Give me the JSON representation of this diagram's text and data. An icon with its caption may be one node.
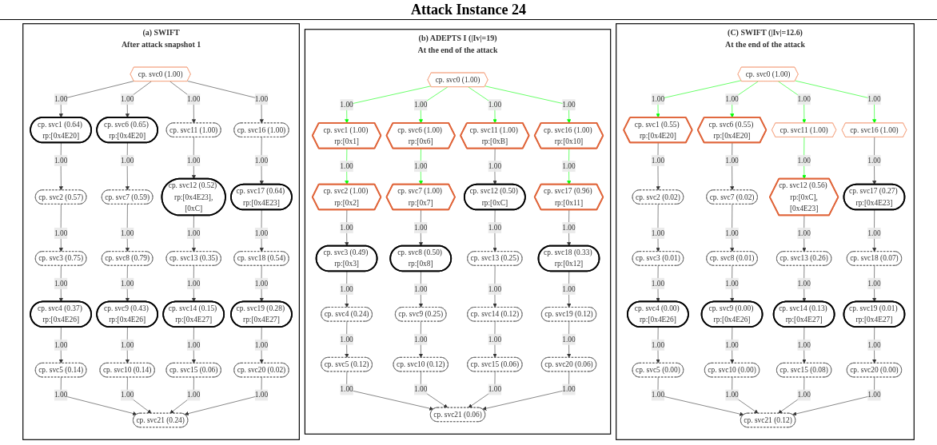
{
  "diagram": {
    "title": "Attack Instance 24",
    "nodes": [
      {
        "text": [
          "(a) SWIFT",
          "After attack snapshot 1"
        ]
      },
      {
        "text": [
          "cp. svc0 (1.00)"
        ],
        "in": 0
      },
      {
        "text": [
          "cp. svc1 (0.64) rp:[0x4E20]"
        ],
        "in": 0
      },
      {
        "text": [
          "cp. svc2 (0.57)"
        ],
        "in": 0
      },
      {
        "text": [
          "cp. svc3 (0.75)"
        ],
        "in": 0
      },
      {
        "text": [
          "cp. svc4 (0.37) rp:[0x4E26]"
        ],
        "in": 0
      },
      {
        "text": [
          "cp. svc5 (0.14)"
        ],
        "in": 0
      },
      {
        "text": [
          "cp. svc6 (0.65) rp:[0x4E20]"
        ],
        "in": 0
      },
      {
        "text": [
          "cp. svc7 (0.59)"
        ],
        "in": 0
      },
      {
        "text": [
          "cp. svc8 (0.79)"
        ],
        "in": 0
      },
      {
        "text": [
          "cp. svc9 (0.43) rp:[0x4E26]"
        ],
        "in": 0
      },
      {
        "text": [
          "cp. svc10 (0.14)"
        ],
        "in": 0
      },
      {
        "text": [
          "cp. svc11 (1.00)"
        ],
        "in": 0
      },
      {
        "text": [
          "cp. svc12 (0.52) rp:[0x4E23],[0xC]"
        ],
        "in": 0
      },
      {
        "text": [
          "cp. svc13 (0.35)"
        ],
        "in": 0
      },
      {
        "text": [
          "cp. svc14 (0.15) rp:[0x4E27]"
        ],
        "in": 0
      },
      {
        "text": [
          "cp. svc15 (0.06)"
        ],
        "in": 0
      },
      {
        "text": [
          "cp. svc16 (1.00)"
        ],
        "in": 0
      },
      {
        "text": [
          "cp. svc17 (0.64) rp:[0x4E23]"
        ],
        "in": 0
      },
      {
        "text": [
          "cp. svc18 (0.54)"
        ],
        "in": 0
      },
      {
        "text": [
          "cp. svc19 (0.28) rp:[0x4E27]"
        ],
        "in": 0
      },
      {
        "text": [
          "cp. svc20 (0.02)"
        ],
        "in": 0
      },
      {
        "text": [
          "cp. svc21 (0.24)"
        ],
        "in": 0
      },
      {
        "text": [
          "(b) ADEPTS I (|Iv|=19)",
          "At the end of the attack"
        ]
      },
      {
        "text": [
          "cp. svc0 (1.00)"
        ],
        "in": 23
      },
      {
        "text": [
          "cp. svc1 (1.00) rp:[0x1]"
        ],
        "in": 23
      },
      {
        "text": [
          "cp. svc2 (1.00) rp:[0x2]"
        ],
        "in": 23
      },
      {
        "text": [
          "cp. svc3 (0.49) rp:[0x3]"
        ],
        "in": 23
      },
      {
        "text": [
          "cp. svc4 (0.24)"
        ],
        "in": 23
      },
      {
        "text": [
          "cp. svc5 (0.12)"
        ],
        "in": 23
      },
      {
        "text": [
          "cp. svc6 (1.00) rp:[0x6]"
        ],
        "in": 23
      },
      {
        "text": [
          "cp. svc7 (1.00) rp:[0x7]"
        ],
        "in": 23
      },
      {
        "text": [
          "cp. svc8 (0.50) rp:[0x8]"
        ],
        "in": 23
      },
      {
        "text": [
          "cp. svc9 (0.25)"
        ],
        "in": 23
      },
      {
        "text": [
          "cp. svc10 (0.12)"
        ],
        "in": 23
      },
      {
        "text": [
          "cp. svc11 (1.00) rp:[0xB]"
        ],
        "in": 23
      },
      {
        "text": [
          "cp. svc12 (0.50) rp:[0xC]"
        ],
        "in": 23
      },
      {
        "text": [
          "cp. svc13 (0.25)"
        ],
        "in": 23
      },
      {
        "text": [
          "cp. svc14 (0.12)"
        ],
        "in": 23
      },
      {
        "text": [
          "cp. svc15 (0.06)"
        ],
        "in": 23
      },
      {
        "text": [
          "cp. svc16 (1.00) rp:[0x10]"
        ],
        "in": 23
      },
      {
        "text": [
          "cp. svc17 (0.96) rp:[0x11]"
        ],
        "in": 23
      },
      {
        "text": [
          "cp. svc18 (0.33) rp:[0x12]"
        ],
        "in": 23
      },
      {
        "text": [
          "cp. svc19 (0.12)"
        ],
        "in": 23
      },
      {
        "text": [
          "cp. svc20 (0.06)"
        ],
        "in": 23
      },
      {
        "text": [
          "cp. svc21 (0.06)"
        ],
        "in": 23
      },
      {
        "text": [
          "(C) SWIFT (|Iv|=12.6)",
          "At the end of the attack"
        ]
      },
      {
        "text": [
          "cp. svc0 (1.00)"
        ],
        "in": 46
      },
      {
        "text": [
          "cp. svc1 (0.55) rp:[0x4E20]"
        ],
        "in": 46
      },
      {
        "text": [
          "cp. svc2 (0.02)"
        ],
        "in": 46
      },
      {
        "text": [
          "cp. svc3 (0.01)"
        ],
        "in": 46
      },
      {
        "text": [
          "cp. svc4 (0.00) rp:[0x4E26]"
        ],
        "in": 46
      },
      {
        "text": [
          "cp. svc5 (0.00)"
        ],
        "in": 46
      },
      {
        "text": [
          "cp. svc6 (0.55) rp:[0x4E20]"
        ],
        "in": 46
      },
      {
        "text": [
          "cp. svc7 (0.02)"
        ],
        "in": 46
      },
      {
        "text": [
          "cp. svc8 (0.01)"
        ],
        "in": 46
      },
      {
        "text": [
          "cp. svc9 (0.00) rp:[0x4E26]"
        ],
        "in": 46
      },
      {
        "text": [
          "cp. svc10 (0.00)"
        ],
        "in": 46
      },
      {
        "text": [
          "cp. svc11 (1.00)"
        ],
        "in": 46
      },
      {
        "text": [
          "cp. svc12 (0.56) rp:[0xC],[0x4E23]"
        ],
        "in": 46
      },
      {
        "text": [
          "cp. svc13 (0.26)"
        ],
        "in": 46
      },
      {
        "text": [
          "cp. svc14 (0.13) rp:[0x4E27]"
        ],
        "in": 46
      },
      {
        "text": [
          "cp. svc15 (0.08)"
        ],
        "in": 46
      },
      {
        "text": [
          "cp. svc16 (1.00)"
        ],
        "in": 46
      },
      {
        "text": [
          "cp. svc17 (0.27) rp:[0x4E23]"
        ],
        "in": 46
      },
      {
        "text": [
          "cp. svc18 (0.07)"
        ],
        "in": 46
      },
      {
        "text": [
          "cp. svc19 (0.01) rp:[0x4E27]"
        ],
        "in": 46
      },
      {
        "text": [
          "cp. svc20 (0.00)"
        ],
        "in": 46
      },
      {
        "text": [
          "cp. svc21 (0.12)"
        ],
        "in": 46
      }
    ],
    "edges": [
      {
        "from": 1,
        "to": 2,
        "arrow": "to",
        "label": "1.00"
      },
      {
        "from": 1,
        "to": 7,
        "arrow": "to",
        "label": "1.00"
      },
      {
        "from": 1,
        "to": 12,
        "arrow": "to",
        "label": "1.00"
      },
      {
        "from": 1,
        "to": 17,
        "arrow": "to",
        "label": "1.00"
      },
      {
        "from": 2,
        "to": 3,
        "arrow": "to",
        "label": "1.00"
      },
      {
        "from": 3,
        "to": 4,
        "arrow": "to",
        "label": "1.00"
      },
      {
        "from": 4,
        "to": 5,
        "arrow": "to",
        "label": "1.00"
      },
      {
        "from": 5,
        "to": 6,
        "arrow": "to",
        "label": "1.00"
      },
      {
        "from": 7,
        "to": 8,
        "arrow": "to",
        "label": "1.00"
      },
      {
        "from": 8,
        "to": 9,
        "arrow": "to",
        "label": "1.00"
      },
      {
        "from": 9,
        "to": 10,
        "arrow": "to",
        "label": "1.00"
      },
      {
        "from": 10,
        "to": 11,
        "arrow": "to",
        "label": "1.00"
      },
      {
        "from": 12,
        "to": 13,
        "arrow": "to",
        "label": "1.00"
      },
      {
        "from": 13,
        "to": 14,
        "arrow": "to",
        "label": "1.00"
      },
      {
        "from": 14,
        "to": 15,
        "arrow": "to",
        "label": "1.00"
      },
      {
        "from": 15,
        "to": 16,
        "arrow": "to",
        "label": "1.00"
      },
      {
        "from": 17,
        "to": 18,
        "arrow": "to",
        "label": "1.00"
      },
      {
        "from": 18,
        "to": 19,
        "arrow": "to",
        "label": "1.00"
      },
      {
        "from": 19,
        "to": 20,
        "arrow": "to",
        "label": "1.00"
      },
      {
        "from": 20,
        "to": 21,
        "arrow": "to",
        "label": "1.00"
      },
      {
        "from": 6,
        "to": 22,
        "arrow": "to",
        "label": "1.00"
      },
      {
        "from": 11,
        "to": 22,
        "arrow": "to",
        "label": "1.00"
      },
      {
        "from": 16,
        "to": 22,
        "arrow": "to",
        "label": "1.00"
      },
      {
        "from": 21,
        "to": 22,
        "arrow": "to",
        "label": "1.00"
      },
      {
        "from": 24,
        "to": 25,
        "arrow": "to",
        "label": "1.00",
        "color": "#00ff00"
      },
      {
        "from": 24,
        "to": 30,
        "arrow": "to",
        "label": "1.00",
        "color": "#00ff00"
      },
      {
        "from": 24,
        "to": 35,
        "arrow": "to",
        "label": "1.00",
        "color": "#00ff00"
      },
      {
        "from": 24,
        "to": 40,
        "arrow": "to",
        "label": "1.00",
        "color": "#00ff00"
      },
      {
        "from": 25,
        "to": 26,
        "arrow": "to",
        "label": "1.00",
        "color": "#00ff00"
      },
      {
        "from": 26,
        "to": 27,
        "arrow": "to",
        "label": "1.00"
      },
      {
        "from": 27,
        "to": 28,
        "arrow": "to",
        "label": "1.00"
      },
      {
        "from": 28,
        "to": 29,
        "arrow": "to",
        "label": "1.00"
      },
      {
        "from": 30,
        "to": 31,
        "arrow": "to",
        "label": "1.00",
        "color": "#00ff00"
      },
      {
        "from": 31,
        "to": 32,
        "arrow": "to",
        "label": "1.00"
      },
      {
        "from": 32,
        "to": 33,
        "arrow": "to",
        "label": "1.00"
      },
      {
        "from": 33,
        "to": 34,
        "arrow": "to",
        "label": "1.00"
      },
      {
        "from": 35,
        "to": 36,
        "arrow": "to",
        "label": "1.00"
      },
      {
        "from": 36,
        "to": 37,
        "arrow": "to",
        "label": "1.00"
      },
      {
        "from": 37,
        "to": 38,
        "arrow": "to",
        "label": "1.00"
      },
      {
        "from": 38,
        "to": 39,
        "arrow": "to",
        "label": "1.00"
      },
      {
        "from": 40,
        "to": 41,
        "arrow": "to",
        "label": "1.00",
        "color": "#00ff00"
      },
      {
        "from": 41,
        "to": 42,
        "arrow": "to",
        "label": "1.00"
      },
      {
        "from": 42,
        "to": 43,
        "arrow": "to",
        "label": "1.00"
      },
      {
        "from": 43,
        "to": 44,
        "arrow": "to",
        "label": "1.00"
      },
      {
        "from": 29,
        "to": 45,
        "arrow": "to",
        "label": "1.00"
      },
      {
        "from": 34,
        "to": 45,
        "arrow": "to",
        "label": "1.00"
      },
      {
        "from": 39,
        "to": 45,
        "arrow": "to",
        "label": "1.00"
      },
      {
        "from": 44,
        "to": 45,
        "arrow": "to",
        "label": "1.00"
      },
      {
        "from": 47,
        "to": 48,
        "arrow": "to",
        "label": "1.00",
        "color": "#00ff00"
      },
      {
        "from": 47,
        "to": 53,
        "arrow": "to",
        "label": "1.00",
        "color": "#00ff00"
      },
      {
        "from": 47,
        "to": 58,
        "arrow": "to",
        "label": "1.00",
        "color": "#00ff00"
      },
      {
        "from": 47,
        "to": 63,
        "arrow": "to",
        "label": "1.00",
        "color": "#00ff00"
      },
      {
        "from": 48,
        "to": 49,
        "arrow": "to",
        "label": "1.00"
      },
      {
        "from": 49,
        "to": 50,
        "arrow": "to",
        "label": "1.00"
      },
      {
        "from": 50,
        "to": 51,
        "arrow": "to",
        "label": "1.00"
      },
      {
        "from": 51,
        "to": 52,
        "arrow": "to",
        "label": "1.00"
      },
      {
        "from": 53,
        "to": 54,
        "arrow": "to",
        "label": "1.00"
      },
      {
        "from": 54,
        "to": 55,
        "arrow": "to",
        "label": "1.00"
      },
      {
        "from": 55,
        "to": 56,
        "arrow": "to",
        "label": "1.00"
      },
      {
        "from": 56,
        "to": 57,
        "arrow": "to",
        "label": "1.00"
      },
      {
        "from": 58,
        "to": 59,
        "arrow": "to",
        "label": "1.00",
        "color": "#00ff00"
      },
      {
        "from": 59,
        "to": 60,
        "arrow": "to",
        "label": "1.00"
      },
      {
        "from": 60,
        "to": 61,
        "arrow": "to",
        "label": "1.00"
      },
      {
        "from": 61,
        "to": 62,
        "arrow": "to",
        "label": "1.00"
      },
      {
        "from": 63,
        "to": 64,
        "arrow": "to",
        "label": "1.00"
      },
      {
        "from": 64,
        "to": 65,
        "arrow": "to",
        "label": "1.00"
      },
      {
        "from": 65,
        "to": 66,
        "arrow": "to",
        "label": "1.00"
      },
      {
        "from": 66,
        "to": 67,
        "arrow": "to",
        "label": "1.00"
      },
      {
        "from": 52,
        "to": 68,
        "arrow": "to",
        "label": "1.00"
      },
      {
        "from": 57,
        "to": 68,
        "arrow": "to",
        "label": "1.00"
      },
      {
        "from": 62,
        "to": 68,
        "arrow": "to",
        "label": "1.00"
      },
      {
        "from": 67,
        "to": 68,
        "arrow": "to",
        "label": "1.00"
      }
    ]
  }
}
